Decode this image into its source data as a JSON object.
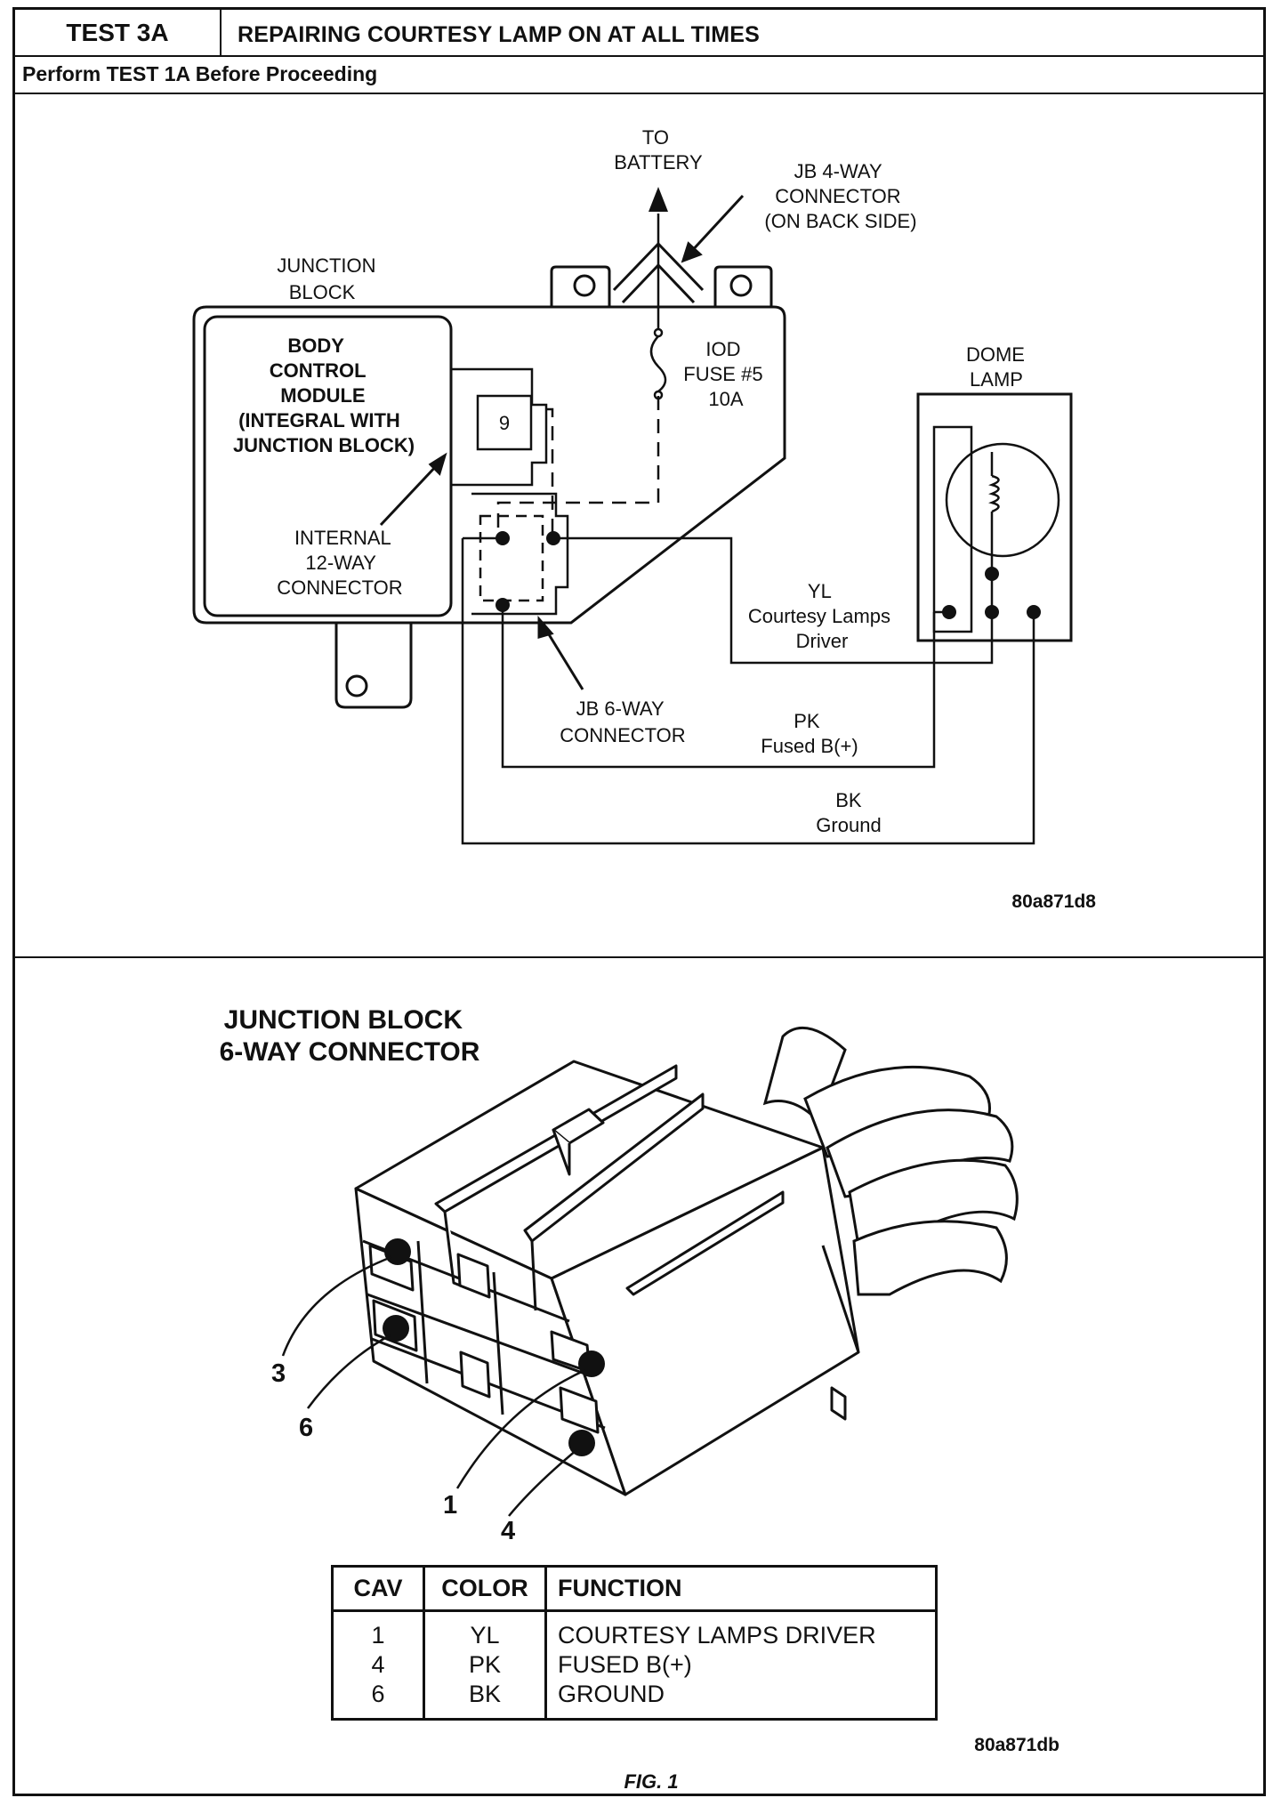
{
  "header": {
    "test_id": "TEST 3A",
    "title": "REPAIRING COURTESY LAMP ON AT ALL TIMES",
    "prerequisite": "Perform TEST 1A Before Proceeding"
  },
  "schematic": {
    "to_battery": [
      "TO",
      "BATTERY"
    ],
    "jb_4way": [
      "JB 4-WAY",
      "CONNECTOR",
      "(ON BACK SIDE)"
    ],
    "junction_block": [
      "JUNCTION",
      "BLOCK"
    ],
    "bcm": [
      "BODY",
      "CONTROL",
      "MODULE",
      "(INTEGRAL WITH",
      "JUNCTION BLOCK)"
    ],
    "internal_12way": [
      "INTERNAL",
      "12-WAY",
      "CONNECTOR"
    ],
    "cavity_9": "9",
    "iod_fuse": [
      "IOD",
      "FUSE #5",
      "10A"
    ],
    "dome_lamp": [
      "DOME",
      "LAMP"
    ],
    "jb_6way": [
      "JB 6-WAY",
      "CONNECTOR"
    ],
    "wire_yl": [
      "YL",
      "Courtesy Lamps",
      "Driver"
    ],
    "wire_pk": [
      "PK",
      "Fused B(+)"
    ],
    "wire_bk": [
      "BK",
      "Ground"
    ],
    "code": "80a871d8"
  },
  "connector_view": {
    "title": [
      "JUNCTION BLOCK",
      "6-WAY CONNECTOR"
    ],
    "pins": {
      "p3": "3",
      "p6": "6",
      "p1": "1",
      "p4": "4"
    },
    "code": "80a871db",
    "figure": "FIG. 1"
  },
  "pin_table": {
    "headers": [
      "CAV",
      "COLOR",
      "FUNCTION"
    ],
    "rows": [
      [
        "1",
        "YL",
        "COURTESY LAMPS DRIVER"
      ],
      [
        "4",
        "PK",
        "FUSED B(+)"
      ],
      [
        "6",
        "BK",
        "GROUND"
      ]
    ]
  }
}
